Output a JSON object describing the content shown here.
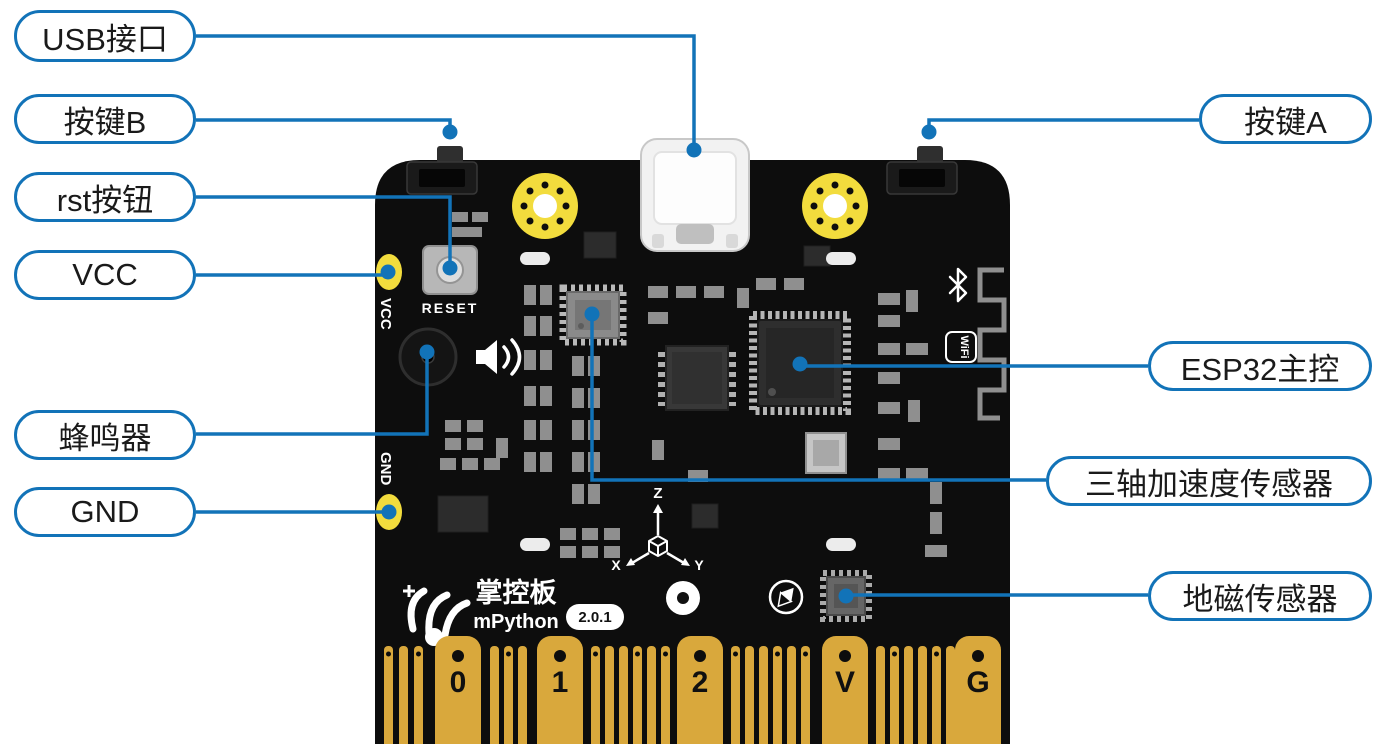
{
  "colors": {
    "accent": "#1273b8",
    "pcb": "#0d0d0d",
    "gold": "#d9a83c",
    "pad_yellow": "#f2dc3d"
  },
  "callouts": {
    "left": [
      {
        "id": "usb-port",
        "text": "USB接口"
      },
      {
        "id": "button-b",
        "text": "按键B"
      },
      {
        "id": "rst-button",
        "text": "rst按钮"
      },
      {
        "id": "vcc",
        "text": "VCC"
      },
      {
        "id": "buzzer",
        "text": "蜂鸣器"
      },
      {
        "id": "gnd",
        "text": "GND"
      }
    ],
    "right": [
      {
        "id": "button-a",
        "text": "按键A"
      },
      {
        "id": "esp32",
        "text": "ESP32主控"
      },
      {
        "id": "accelerometer",
        "text": "三轴加速度传感器"
      },
      {
        "id": "magnetometer",
        "text": "地磁传感器"
      }
    ]
  },
  "board": {
    "reset_label": "RESET",
    "vcc_pad_label": "VCC",
    "gnd_pad_label": "GND",
    "logo_cn": "掌控板",
    "logo_en": "mPython",
    "version": "2.0.1",
    "wifi_label": "WiFi",
    "axis_x": "X",
    "axis_y": "Y",
    "axis_z": "Z",
    "edge_pins": [
      "0",
      "1",
      "2",
      "V",
      "G"
    ]
  },
  "icons": {
    "bluetooth": "bluetooth-icon",
    "wifi": "wifi-icon",
    "speaker": "speaker-icon",
    "compass": "compass-icon",
    "xyz_axis": "xyz-axis-icon",
    "logo_hand": "logo-hand-icon"
  }
}
